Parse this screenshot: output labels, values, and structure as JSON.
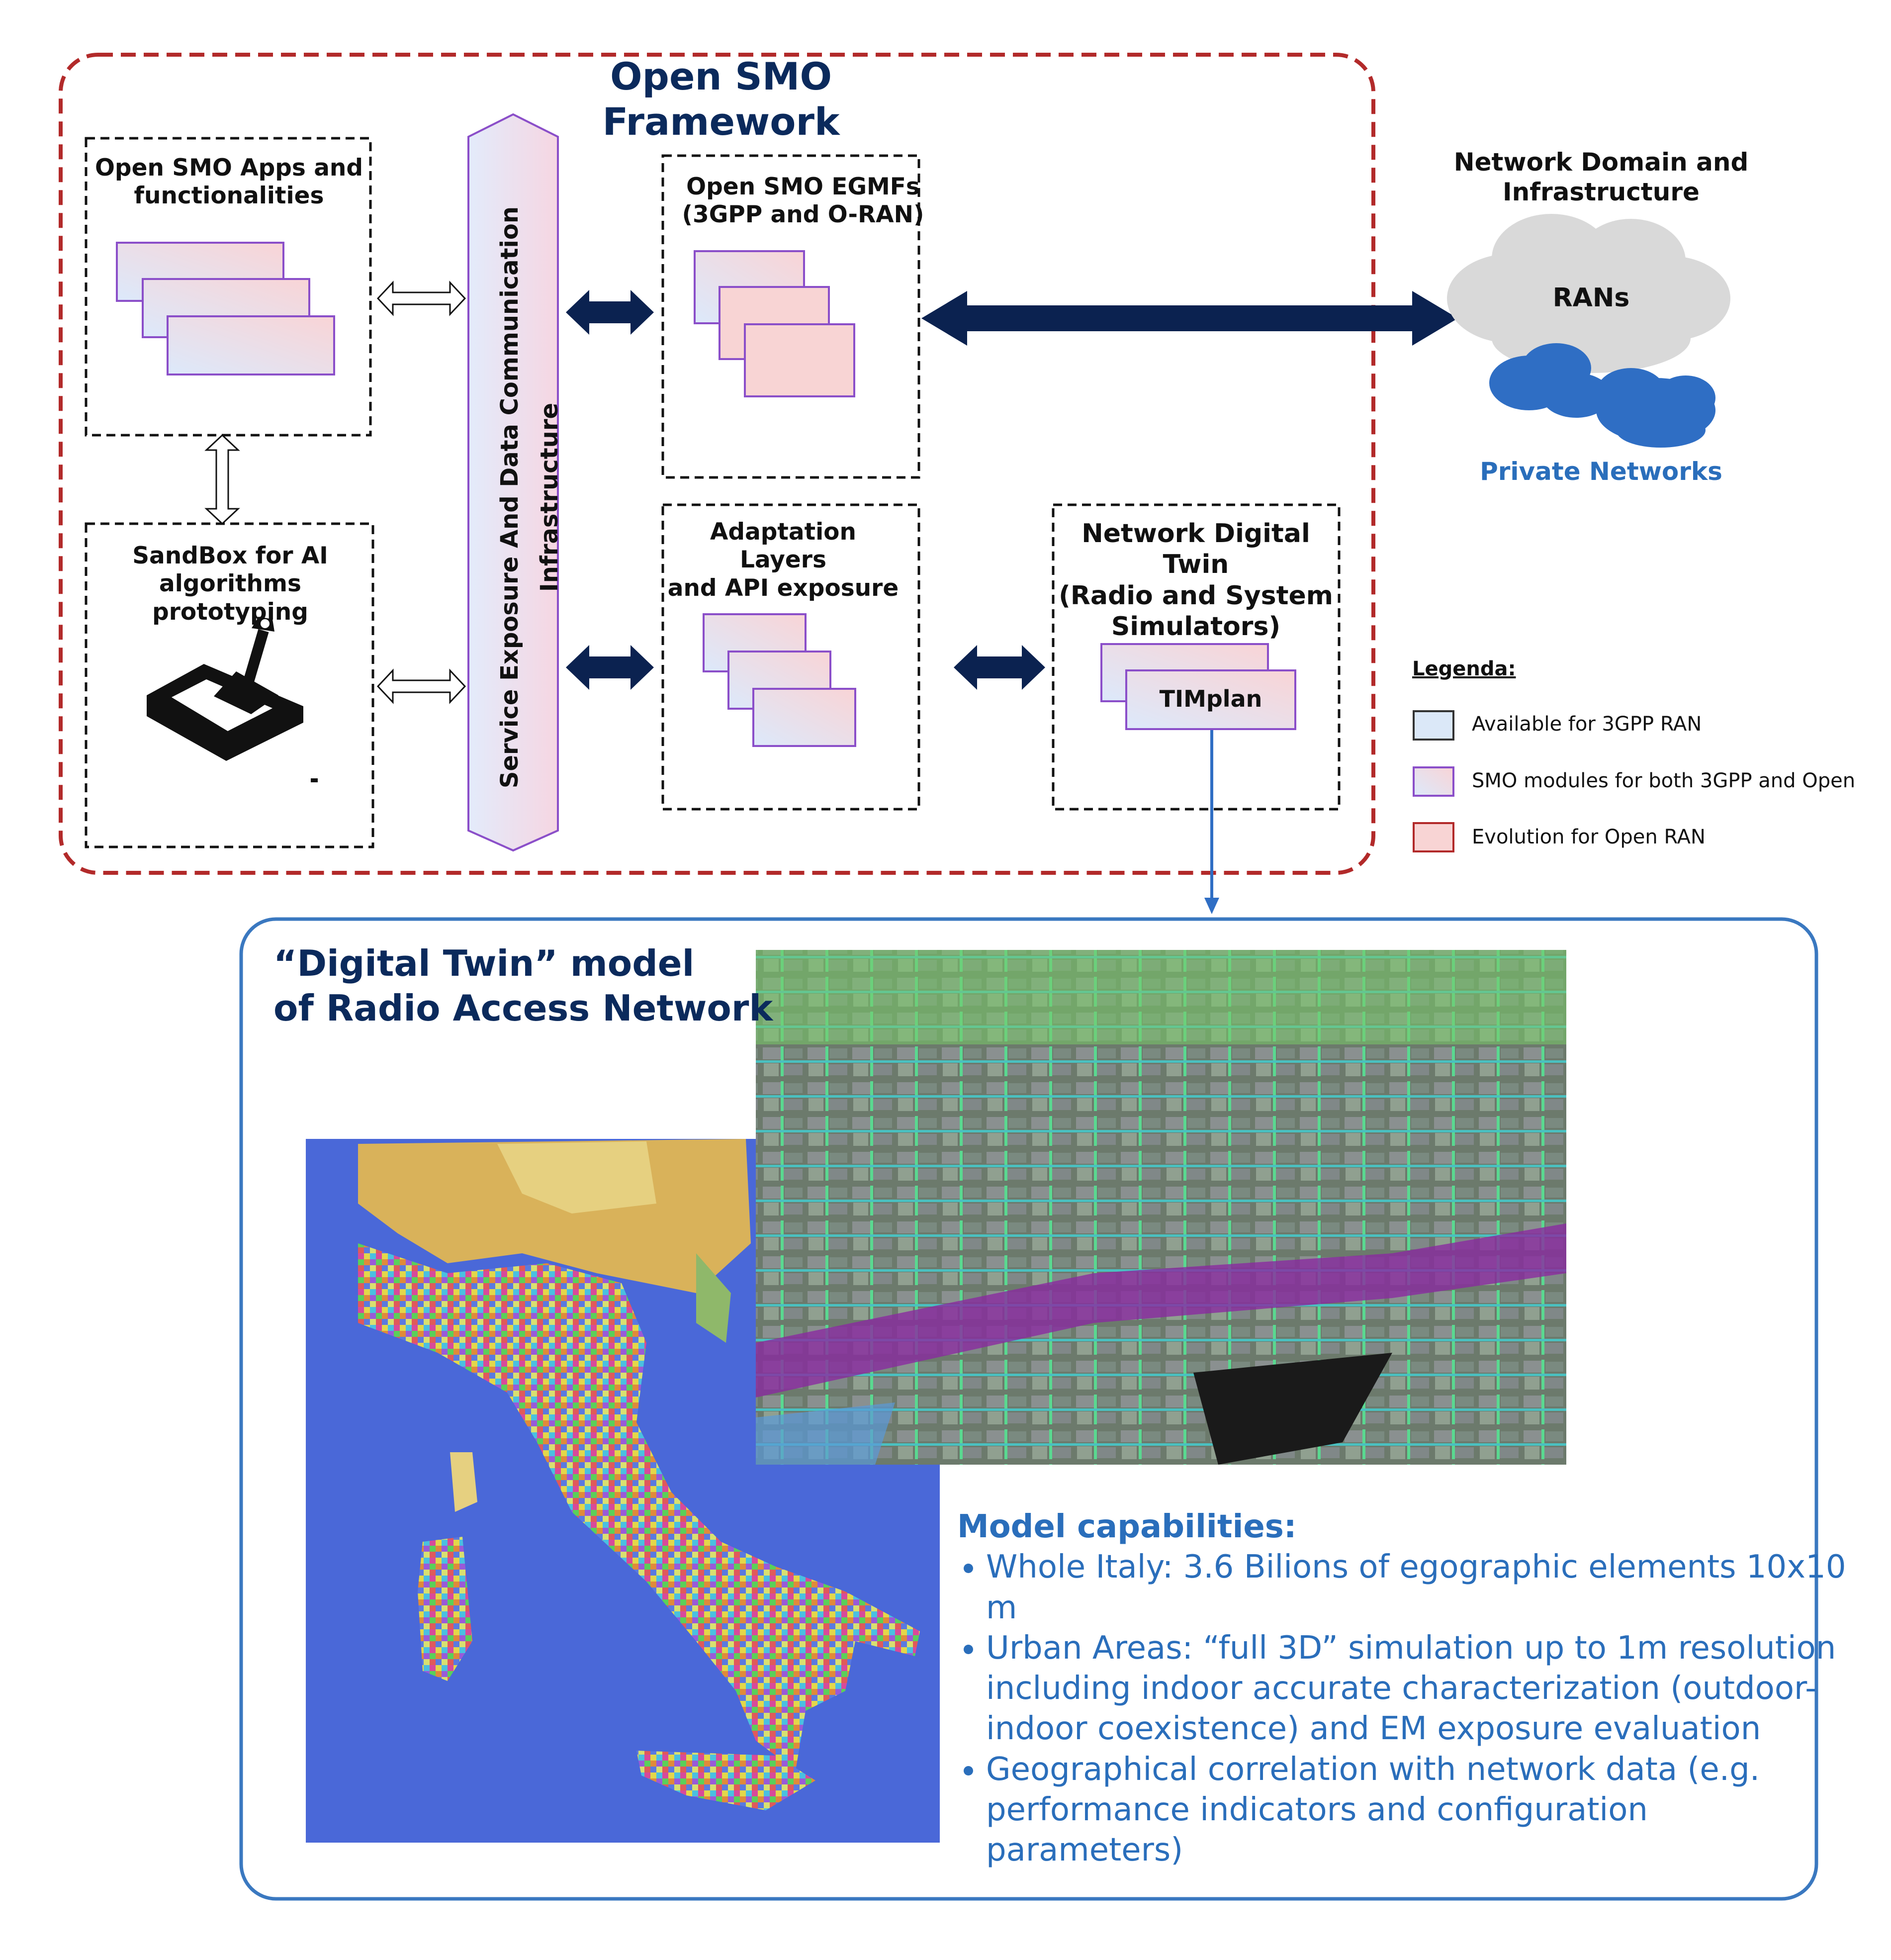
{
  "framework": {
    "title": "Open SMO Framework",
    "apps_box_title": [
      "Open SMO Apps and",
      "functionalities"
    ],
    "sandbox_title": [
      "SandBox for AI",
      "algorithms prototyping"
    ],
    "service_bus_label": "Service Exposure And Data Communication Infrastructure",
    "egmf_title": [
      "Open SMO EGMFs",
      "(3GPP and O-RAN)"
    ],
    "adaptation_title": [
      "Adaptation Layers",
      "and API exposure"
    ],
    "ndt_title": [
      "Network Digital Twin",
      "(Radio and System",
      "Simulators)"
    ],
    "timplan_label": "TIMplan"
  },
  "network_domain": {
    "title": [
      "Network Domain and",
      "Infrastructure"
    ],
    "rans_label": "RANs",
    "private_label": "Private Networks"
  },
  "legend": {
    "title": "Legenda:",
    "items": [
      {
        "label": "Available for 3GPP RAN",
        "color": "#dbe8f8"
      },
      {
        "label": "SMO modules for both 3GPP and Open",
        "color": "#e8d6f0"
      },
      {
        "label": "Evolution for Open RAN",
        "color": "#f8d4d4"
      }
    ]
  },
  "digital_twin": {
    "title_line1": "“Digital Twin” model",
    "title_line2": "of Radio Access Network",
    "capabilities_title": "Model capabilities:",
    "capabilities": [
      "Whole Italy: 3.6 Bilions of egographic elements 10x10 m",
      "Urban Areas: “full 3D” simulation up to 1m resolution including indoor accurate characterization (outdoor-indoor coexistence) and EM exposure evaluation",
      "Geographical correlation with network data (e.g. performance indicators and configuration parameters)"
    ]
  },
  "colors": {
    "frame_border": "#b22a2a",
    "title_navy": "#0b2a5c",
    "arrow_navy": "#0b2250",
    "dt_border": "#3a78c0",
    "caption_blue": "#2a6ebb",
    "module_border": "#8b4fc9",
    "sea": "#4a68d8"
  }
}
